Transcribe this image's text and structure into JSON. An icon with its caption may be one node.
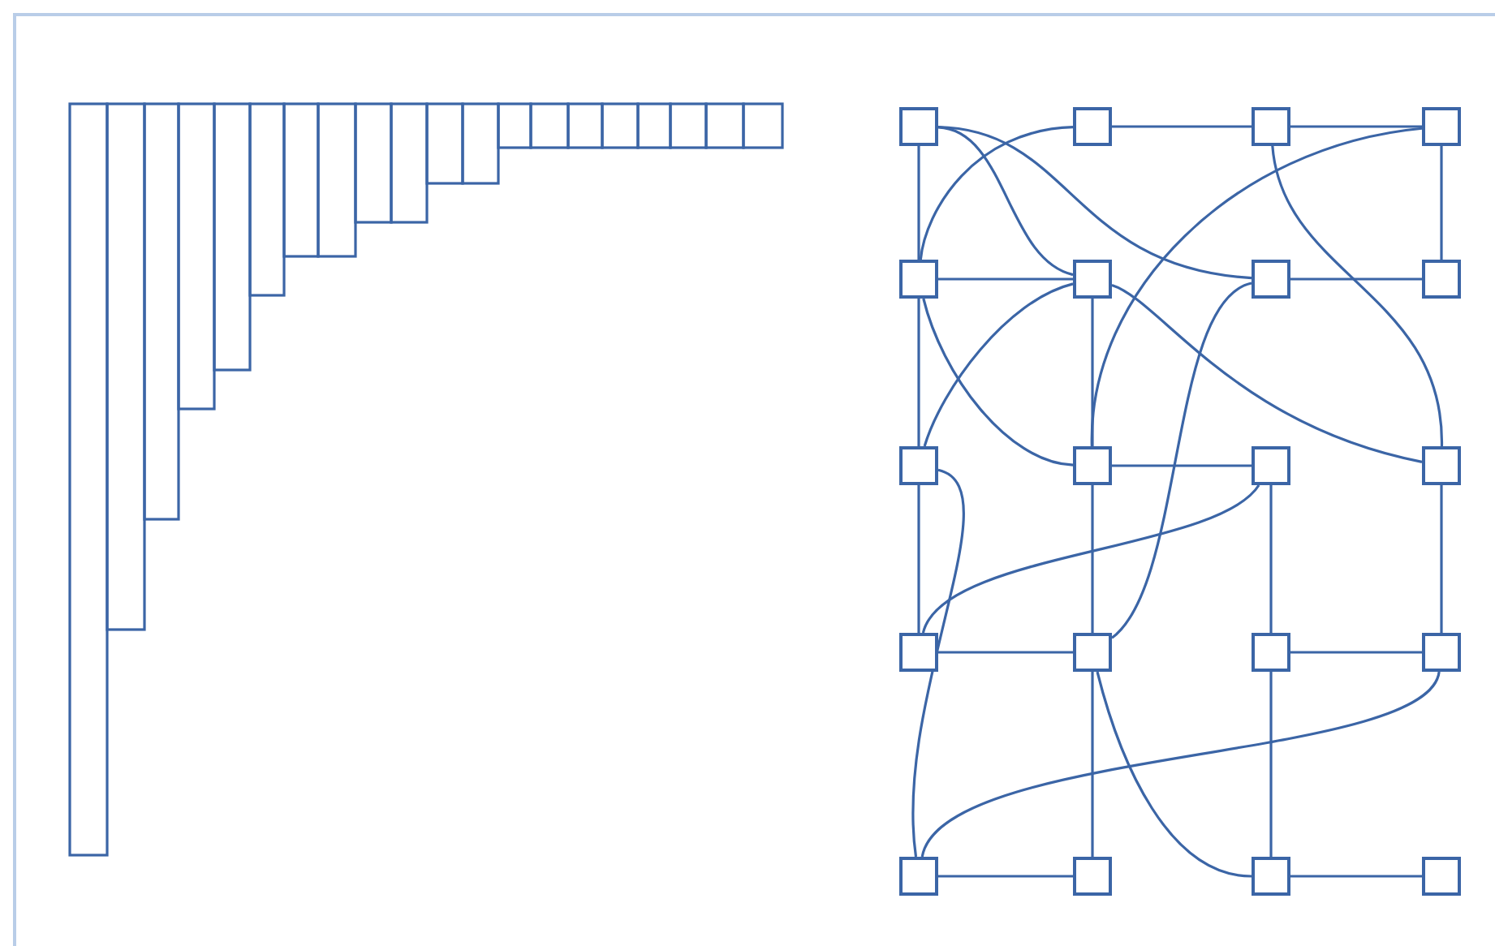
{
  "diagram": {
    "nodes": [
      {
        "text": [],
        "shape": "box"
      },
      {
        "text": [],
        "shape": "box"
      },
      {
        "text": [],
        "shape": "box"
      },
      {
        "text": [],
        "shape": "box"
      },
      {
        "text": [],
        "shape": "box"
      },
      {
        "text": [],
        "shape": "box"
      },
      {
        "text": [],
        "shape": "box"
      },
      {
        "text": [],
        "shape": "box"
      },
      {
        "text": [],
        "shape": "box"
      },
      {
        "text": [],
        "shape": "box"
      },
      {
        "text": [],
        "shape": "box"
      },
      {
        "text": [],
        "shape": "box"
      },
      {
        "text": [],
        "shape": "box"
      },
      {
        "text": [],
        "shape": "box"
      },
      {
        "text": [],
        "shape": "box"
      },
      {
        "text": [],
        "shape": "box"
      },
      {
        "text": [],
        "shape": "box"
      },
      {
        "text": [],
        "shape": "box"
      },
      {
        "text": [],
        "shape": "box"
      },
      {
        "text": [],
        "shape": "box"
      }
    ],
    "edges": [
      {
        "from": 1,
        "to": 2,
        "arrow": "none"
      },
      {
        "from": 2,
        "to": 3,
        "arrow": "none"
      },
      {
        "from": 0,
        "to": 4,
        "arrow": "none"
      },
      {
        "from": 3,
        "to": 7,
        "arrow": "none"
      },
      {
        "from": 4,
        "to": 8,
        "arrow": "none"
      },
      {
        "from": 4,
        "to": 5,
        "arrow": "none"
      },
      {
        "from": 5,
        "to": 11,
        "arrow": "none"
      },
      {
        "from": 6,
        "to": 7,
        "arrow": "none"
      },
      {
        "from": 5,
        "to": 9,
        "arrow": "none"
      },
      {
        "from": 9,
        "to": 10,
        "arrow": "none"
      },
      {
        "from": 0,
        "to": 6,
        "arrow": "none"
      },
      {
        "from": 0,
        "to": 5,
        "arrow": "none"
      },
      {
        "from": 1,
        "to": 4,
        "arrow": "none"
      },
      {
        "from": 4,
        "to": 9,
        "arrow": "none"
      },
      {
        "from": 3,
        "to": 9,
        "arrow": "none"
      },
      {
        "from": 2,
        "to": 11,
        "arrow": "none"
      },
      {
        "from": 5,
        "to": 8,
        "arrow": "none"
      },
      {
        "from": 6,
        "to": 13,
        "arrow": "none"
      },
      {
        "from": 8,
        "to": 16,
        "arrow": "none"
      },
      {
        "from": 8,
        "to": 12,
        "arrow": "none"
      },
      {
        "from": 12,
        "to": 13,
        "arrow": "none"
      },
      {
        "from": 10,
        "to": 12,
        "arrow": "none"
      },
      {
        "from": 9,
        "to": 13,
        "arrow": "none"
      },
      {
        "from": 13,
        "to": 18,
        "arrow": "none"
      },
      {
        "from": 13,
        "to": 17,
        "arrow": "none"
      },
      {
        "from": 10,
        "to": 14,
        "arrow": "none"
      },
      {
        "from": 14,
        "to": 18,
        "arrow": "none"
      },
      {
        "from": 14,
        "to": 15,
        "arrow": "none"
      },
      {
        "from": 11,
        "to": 15,
        "arrow": "none"
      },
      {
        "from": 15,
        "to": 16,
        "arrow": "none"
      },
      {
        "from": 16,
        "to": 17,
        "arrow": "none"
      },
      {
        "from": 18,
        "to": 19,
        "arrow": "none"
      }
    ]
  }
}
